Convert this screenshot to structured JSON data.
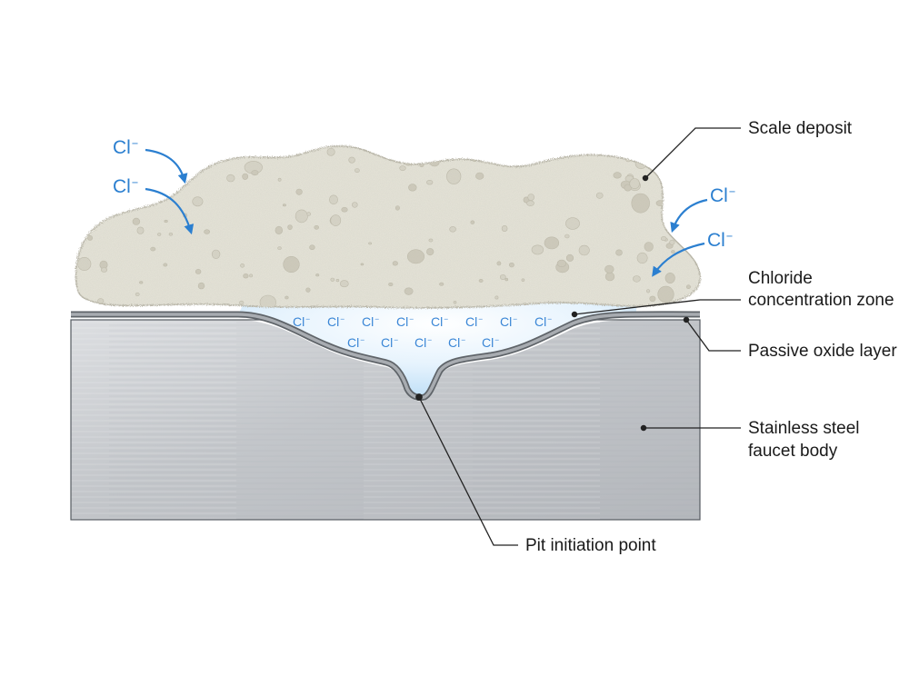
{
  "labels": {
    "scale_deposit": "Scale deposit",
    "chloride_zone_line1": "Chloride",
    "chloride_zone_line2": "concentration zone",
    "passive_oxide": "Passive oxide layer",
    "steel_line1": "Stainless steel",
    "steel_line2": "faucet body",
    "pit_point": "Pit initiation point"
  },
  "ion": {
    "symbol": "Cl",
    "charge": "−"
  },
  "colors": {
    "ion_blue": "#2b7fd0",
    "deposit": "#e9e7dc",
    "steel": "#c9cbcf",
    "oxide": "#8e9297",
    "zone": "#d7ecfb"
  }
}
